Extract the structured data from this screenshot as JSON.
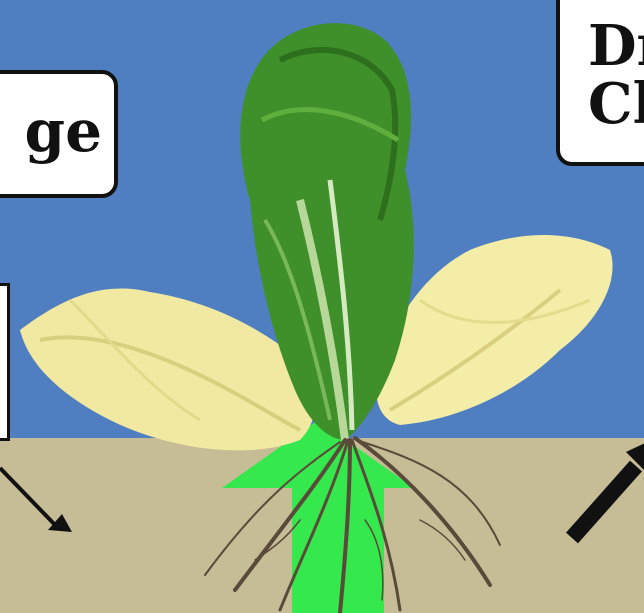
{
  "labels": {
    "left_callout": "ge",
    "right_callout_line1": "Dr",
    "right_callout_line2": "Cl"
  },
  "colors": {
    "sky": "#4f7fc0",
    "soil": "#c6bc96",
    "arrow_green": "#35e84d",
    "outer_leaf": "#f3edaa",
    "heart_leaf": "#3f8f2a",
    "roots": "#5a4a3a"
  },
  "icons": [
    "up-arrow-icon",
    "down-right-arrow-icon",
    "up-right-arrow-icon"
  ]
}
